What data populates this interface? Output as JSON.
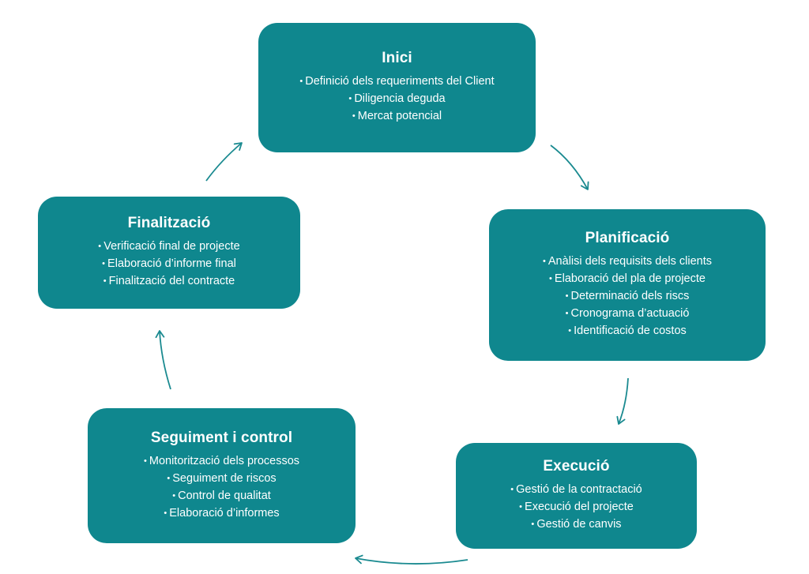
{
  "colors": {
    "box_fill": "#0f878e",
    "arrow": "#1a8a90",
    "text": "#ffffff"
  },
  "stages": {
    "inici": {
      "title": "Inici",
      "items": [
        "Definició dels requeriments del Client",
        "Diligencia deguda",
        "Mercat potencial"
      ]
    },
    "planificacio": {
      "title": "Planificació",
      "items": [
        "Anàlisi dels requisits dels clients",
        "Elaboració del pla de projecte",
        "Determinació dels  riscs",
        "Cronograma d’actuació",
        "Identificació de costos"
      ]
    },
    "execucio": {
      "title": "Execució",
      "items": [
        "Gestió de la contractació",
        "Execució del projecte",
        "Gestió de canvis"
      ]
    },
    "seguiment": {
      "title": "Seguiment i control",
      "items": [
        "Monitorització dels processos",
        "Seguiment de riscos",
        "Control de qualitat",
        "Elaboració d’informes"
      ]
    },
    "finalitzacio": {
      "title": "Finalització",
      "items": [
        "Verificació final de projecte",
        "Elaboració d’informe final",
        "Finalització del contracte"
      ]
    }
  }
}
